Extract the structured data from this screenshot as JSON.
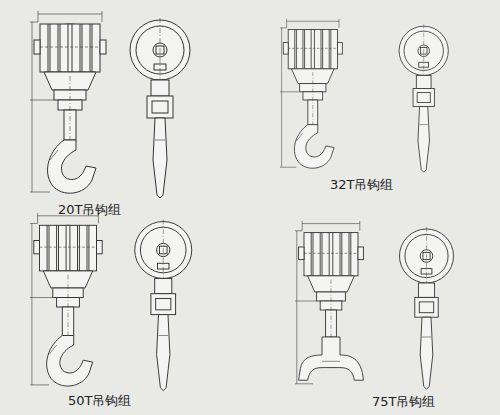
{
  "diagram": {
    "labels": [
      "20T吊钩组",
      "32T吊钩组",
      "50T吊钩组",
      "75T吊钩组"
    ]
  }
}
